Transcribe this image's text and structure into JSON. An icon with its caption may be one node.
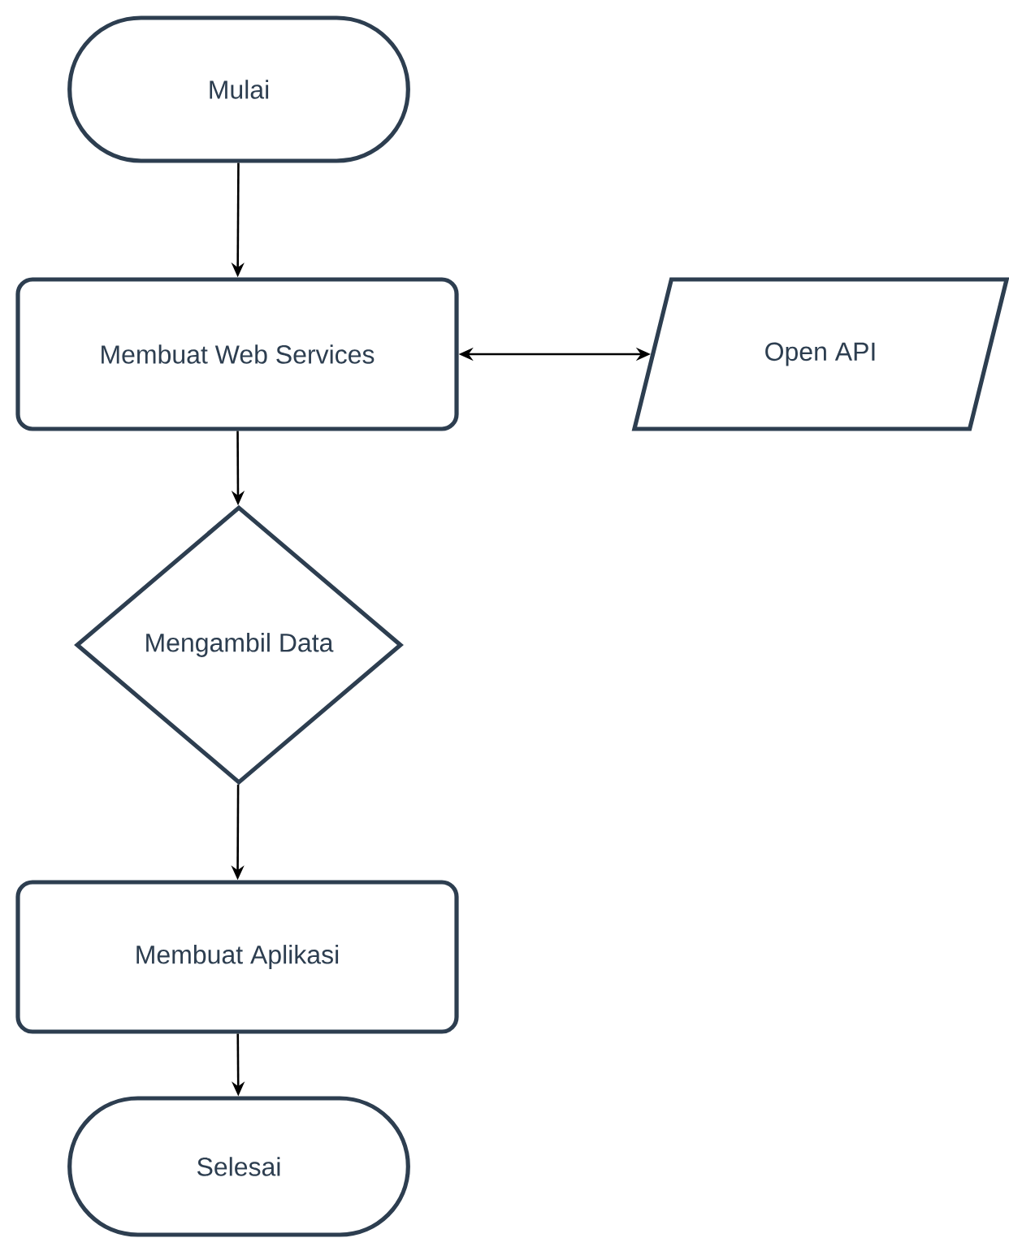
{
  "diagram": {
    "nodes": [
      {
        "text": [
          "Mulai"
        ]
      },
      {
        "text": [
          "Membuat Web Services"
        ]
      },
      {
        "text": [
          "Open API"
        ]
      },
      {
        "text": [
          "Mengambil Data"
        ]
      },
      {
        "text": [
          "Membuat Aplikasi"
        ]
      },
      {
        "text": [
          "Selesai"
        ]
      }
    ],
    "edges": [
      {
        "from": 0,
        "to": 1,
        "arrow": "to"
      },
      {
        "from": 1,
        "to": 2,
        "arrow": "both"
      },
      {
        "from": 1,
        "to": 3,
        "arrow": "to"
      },
      {
        "from": 3,
        "to": 4,
        "arrow": "to"
      },
      {
        "from": 4,
        "to": 5,
        "arrow": "to"
      }
    ]
  }
}
